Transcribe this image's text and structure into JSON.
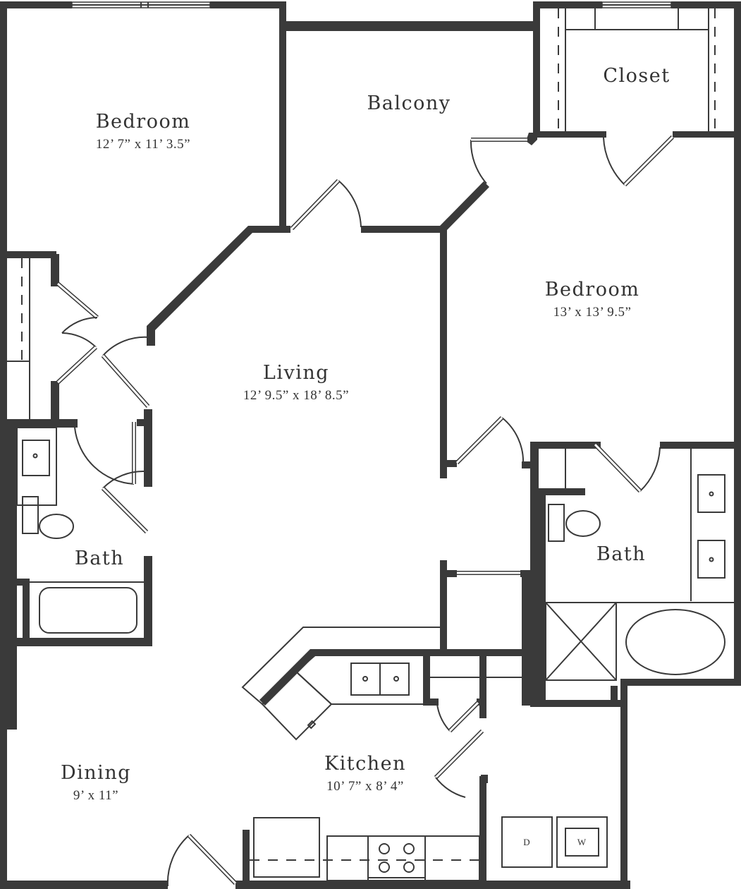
{
  "floorplan": {
    "rooms": [
      {
        "id": "bedroom-1",
        "name": "Bedroom",
        "dimensions": "12’ 7” x 11’ 3.5”"
      },
      {
        "id": "balcony",
        "name": "Balcony",
        "dimensions": ""
      },
      {
        "id": "closet",
        "name": "Closet",
        "dimensions": ""
      },
      {
        "id": "bedroom-2",
        "name": "Bedroom",
        "dimensions": "13’ x 13’ 9.5”"
      },
      {
        "id": "living",
        "name": "Living",
        "dimensions": "12’ 9.5” x 18’ 8.5”"
      },
      {
        "id": "bath-1",
        "name": "Bath",
        "dimensions": ""
      },
      {
        "id": "bath-2",
        "name": "Bath",
        "dimensions": ""
      },
      {
        "id": "dining",
        "name": "Dining",
        "dimensions": "9’ x 11”"
      },
      {
        "id": "kitchen",
        "name": "Kitchen",
        "dimensions": "10’ 7” x 8’ 4”"
      }
    ],
    "appliances": {
      "dryer_label": "D",
      "washer_label": "W"
    },
    "colors": {
      "wall": "#3a3a3a",
      "background": "#ffffff",
      "text": "#333333"
    }
  }
}
